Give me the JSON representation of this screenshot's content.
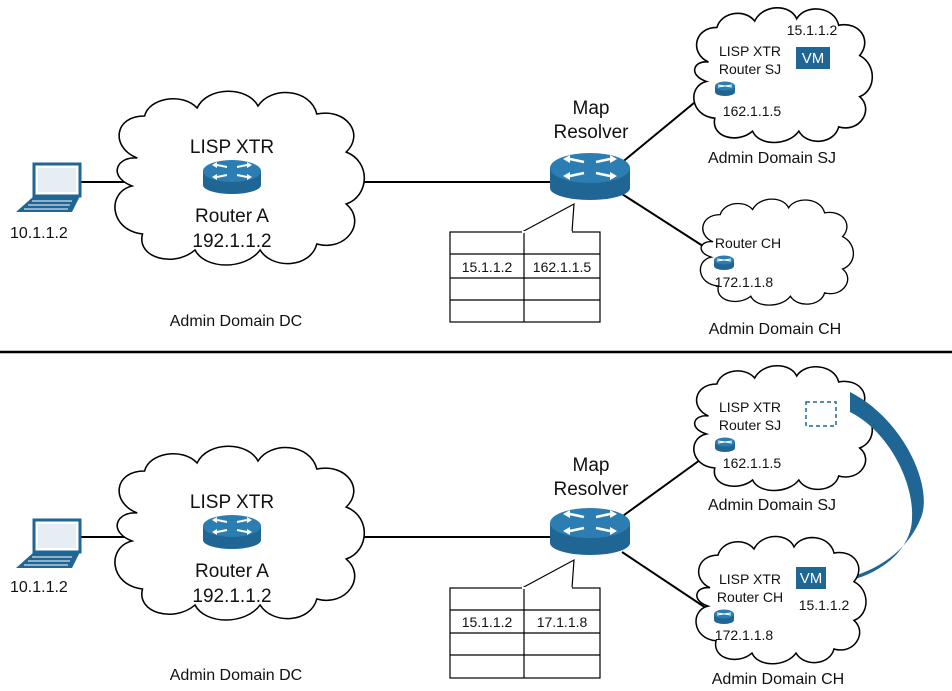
{
  "colors": {
    "router_body": "#1f6694",
    "router_top": "#2c7eb2",
    "vm_fill": "#1f6694",
    "migration_arrow": "#1f6694",
    "laptop": "#1f6694",
    "line": "#000000"
  },
  "top": {
    "host_ip": "10.1.1.2",
    "dc_router_title": "LISP XTR",
    "dc_router_name": "Router A",
    "dc_router_ip": "192.1.1.2",
    "dc_domain": "Admin Domain DC",
    "map_resolver_line1": "Map",
    "map_resolver_line2": "Resolver",
    "table": [
      [
        "15.1.1.2",
        "162.1.1.5"
      ],
      [
        "",
        ""
      ],
      [
        "",
        ""
      ]
    ],
    "sj_router_line1": "LISP XTR",
    "sj_router_line2": "Router SJ",
    "sj_router_ip": "162.1.1.5",
    "sj_vm_ip": "15.1.1.2",
    "sj_vm_label": "VM",
    "sj_domain": "Admin Domain SJ",
    "ch_router_name": "Router CH",
    "ch_router_ip": "172.1.1.8",
    "ch_domain": "Admin Domain CH"
  },
  "bottom": {
    "host_ip": "10.1.1.2",
    "dc_router_title": "LISP XTR",
    "dc_router_name": "Router A",
    "dc_router_ip": "192.1.1.2",
    "dc_domain": "Admin Domain DC",
    "map_resolver_line1": "Map",
    "map_resolver_line2": "Resolver",
    "table": [
      [
        "15.1.1.2",
        "17.1.1.8"
      ],
      [
        "",
        ""
      ],
      [
        "",
        ""
      ]
    ],
    "sj_router_line1": "LISP XTR",
    "sj_router_line2": "Router SJ",
    "sj_router_ip": "162.1.1.5",
    "sj_domain": "Admin Domain SJ",
    "ch_router_line1": "LISP XTR",
    "ch_router_line2": "Router CH",
    "ch_router_ip": "172.1.1.8",
    "ch_vm_label": "VM",
    "ch_vm_ip": "15.1.1.2",
    "ch_domain": "Admin Domain CH"
  }
}
